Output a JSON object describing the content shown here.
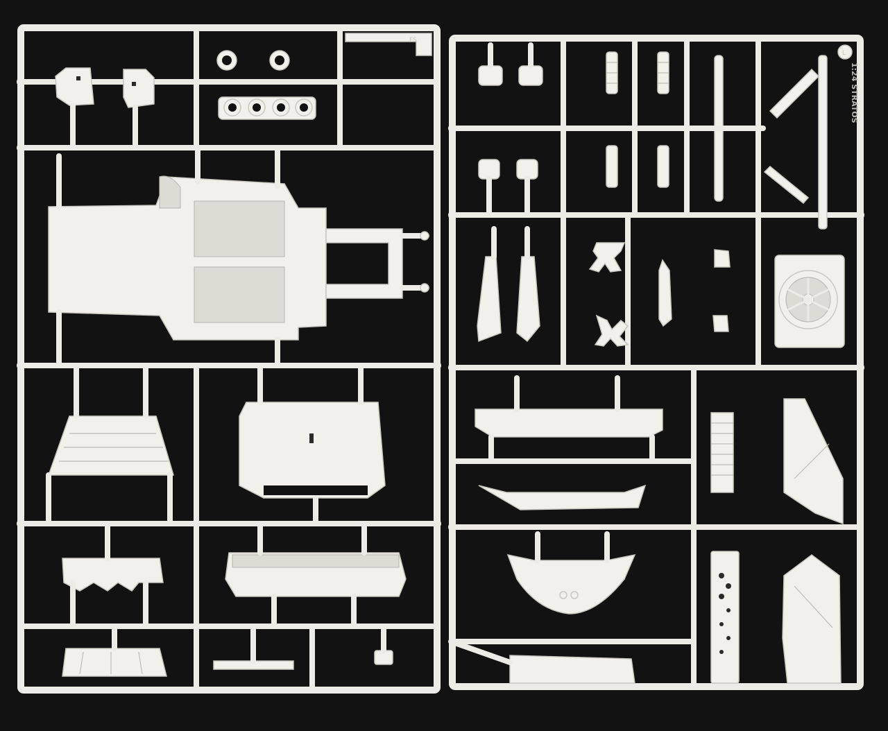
{
  "scene": {
    "subject": "two white plastic model kit sprue frames on a black background",
    "background_color": "#121212",
    "plastic_color": "#ecebe5"
  },
  "left_sprue": {
    "letter_tag": "FS"
  },
  "right_sprue": {
    "letter_tag": "L",
    "molded_text": "1:24 STRATOS"
  }
}
